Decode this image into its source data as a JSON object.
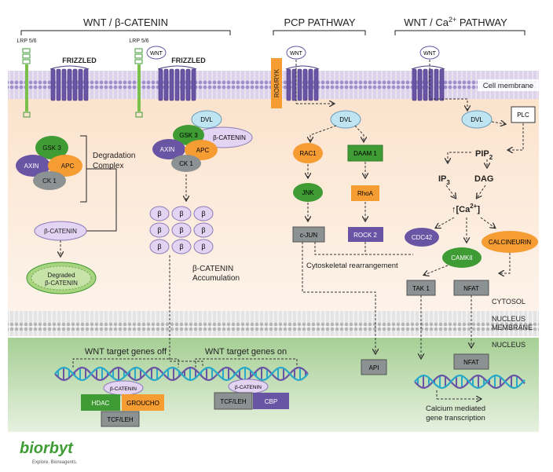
{
  "headers": {
    "wnt_beta": "WNT / β-CATENIN",
    "pcp": "PCP PATHWAY",
    "wnt_ca": "WNT / Ca",
    "wnt_ca_sup": "2+",
    "wnt_ca_suffix": " PATHWAY"
  },
  "membrane": {
    "cell_label": "Cell membrane",
    "nucleus_label_1": "NUCLEUS",
    "nucleus_label_2": "MEMBRANE",
    "cytosol_label": "CYTOSOL",
    "nucleus_region_label": "NUCLEUS"
  },
  "receptors": {
    "lrp_left": "LRP 5/6",
    "lrp_right": "LRP 5/6",
    "frizzled_left": "FRIZZLED",
    "frizzled_right": "FRIZZLED",
    "ror_ryk": "ROR/RYK",
    "wnt": "WNT"
  },
  "degradation": {
    "gsk3": "GSK 3",
    "axin": "AXIN",
    "apc": "APC",
    "ck1": "CK 1",
    "label_1": "Degradation",
    "label_2": "Complex",
    "beta_catenin": "β-CATENIN",
    "degraded_1": "Degraded",
    "degraded_2": "β-CATENIN"
  },
  "active_complex": {
    "dvl": "DVL",
    "gsk3": "GSK 3",
    "beta_catenin": "β-CATENIN",
    "axin": "AXIN",
    "apc": "APC",
    "ck1": "CK 1",
    "beta": "β",
    "accum_1": "β-CATENIN",
    "accum_2": "Accumulation"
  },
  "pcp": {
    "dvl": "DVL",
    "rac1": "RAC1",
    "daam1": "DAAM 1",
    "jnk": "JNK",
    "rhoa": "RhoA",
    "cjun": "c-JUN",
    "rock2": "ROCK 2",
    "cytoskeletal": "Cytoskeletal rearrangement",
    "api": "API"
  },
  "calcium": {
    "dvl": "DVL",
    "plc": "PLC",
    "pip2": "PIP",
    "pip2_sub": "2",
    "ip3": "IP",
    "ip3_sub": "3",
    "dag": "DAG",
    "ca": "↑[Ca",
    "ca_sup": "2+",
    "ca_close": "]",
    "cdc42": "CDC42",
    "camkii": "CAMKII",
    "calcineurin": "CALCINEURIN",
    "tak1": "TAK 1",
    "nfat": "NFAT",
    "nfat_nucleus": "NFAT",
    "transcription_1": "Calcium mediated",
    "transcription_2": "gene transcription"
  },
  "nucleus_genes": {
    "off": "WNT target genes off",
    "on": "WNT target genes on",
    "beta_catenin_off": "β-CATENIN",
    "hdac": "HDAC",
    "groucho": "GROUCHO",
    "tcf_off": "TCF/LEH",
    "beta_catenin_on": "β-CATENIN",
    "tcf_on": "TCF/LEH",
    "cbp": "CBP"
  },
  "brand": {
    "name": "biorbyt",
    "tagline": "Explore. Bioreagents."
  },
  "colors": {
    "green": "#3f9b33",
    "purple": "#6a55a4",
    "orange": "#f59c32",
    "grey": "#8c9191",
    "lightblue": "#bfe4f2",
    "lavender": "#e3d4f3",
    "lightgreen": "#7bc04a"
  }
}
